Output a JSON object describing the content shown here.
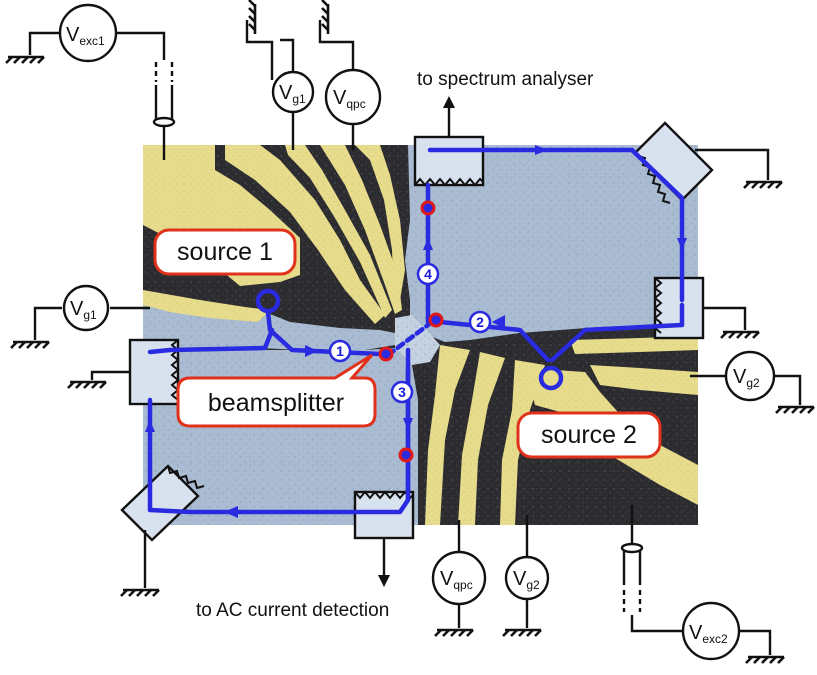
{
  "colors": {
    "sample": "#a9bcd3",
    "sample_dark": "#2c2c30",
    "gate": "#e6dc8c",
    "channel": "#2a2ae0",
    "callout_border": "#e0311a",
    "contact_point": "#e01818"
  },
  "labels": {
    "source1": "source 1",
    "source2": "source 2",
    "beamsplitter": "beamsplitter",
    "spectrum": "to spectrum analyser",
    "ac_detection": "to AC current detection"
  },
  "meters": {
    "vexc1": {
      "main": "V",
      "sub": "exc1"
    },
    "vg1_top": {
      "main": "V",
      "sub": "g1"
    },
    "vqpc_top": {
      "main": "V",
      "sub": "qpc"
    },
    "vg1_left": {
      "main": "V",
      "sub": "g1"
    },
    "vg2_right": {
      "main": "V",
      "sub": "g2"
    },
    "vqpc_bottom": {
      "main": "V",
      "sub": "qpc"
    },
    "vg2_bottom": {
      "main": "V",
      "sub": "g2"
    },
    "vexc2": {
      "main": "V",
      "sub": "exc2"
    }
  },
  "markers": [
    "1",
    "2",
    "3",
    "4"
  ],
  "icons": [
    "ground-icon",
    "coax-cable-icon",
    "ohmic-contact-icon",
    "arrow-icon"
  ]
}
